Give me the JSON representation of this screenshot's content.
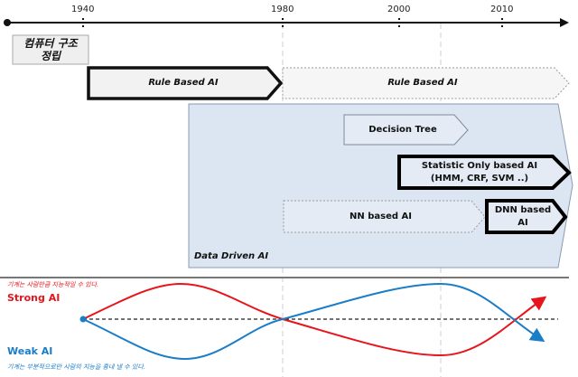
{
  "timeline": {
    "ticks": [
      "1940",
      "1980",
      "2000",
      "2010"
    ]
  },
  "origin_box": {
    "label_line1": "컴퓨터 구조",
    "label_line2": "정립"
  },
  "eras": {
    "rule_based_solid": "Rule Based AI",
    "rule_based_dotted": "Rule Based AI",
    "data_driven": "Data Driven AI",
    "decision_tree": "Decision Tree",
    "statistic_line1": "Statistic Only based AI",
    "statistic_line2": "(HMM, CRF, SVM ..)",
    "nn_based": "NN based AI",
    "dnn_line1": "DNN based",
    "dnn_line2": "AI"
  },
  "strong_weak": {
    "strong_desc": "기계는 사람만큼 지능적일 수 있다.",
    "strong_label": "Strong AI",
    "weak_label": "Weak AI",
    "weak_desc": "기계는 부분적으로만 사람의 지능을 흉내 낼 수 있다."
  },
  "colors": {
    "strong": "#e8141b",
    "weak": "#1a7dc8",
    "data_driven_fill": "#dce6f2"
  }
}
